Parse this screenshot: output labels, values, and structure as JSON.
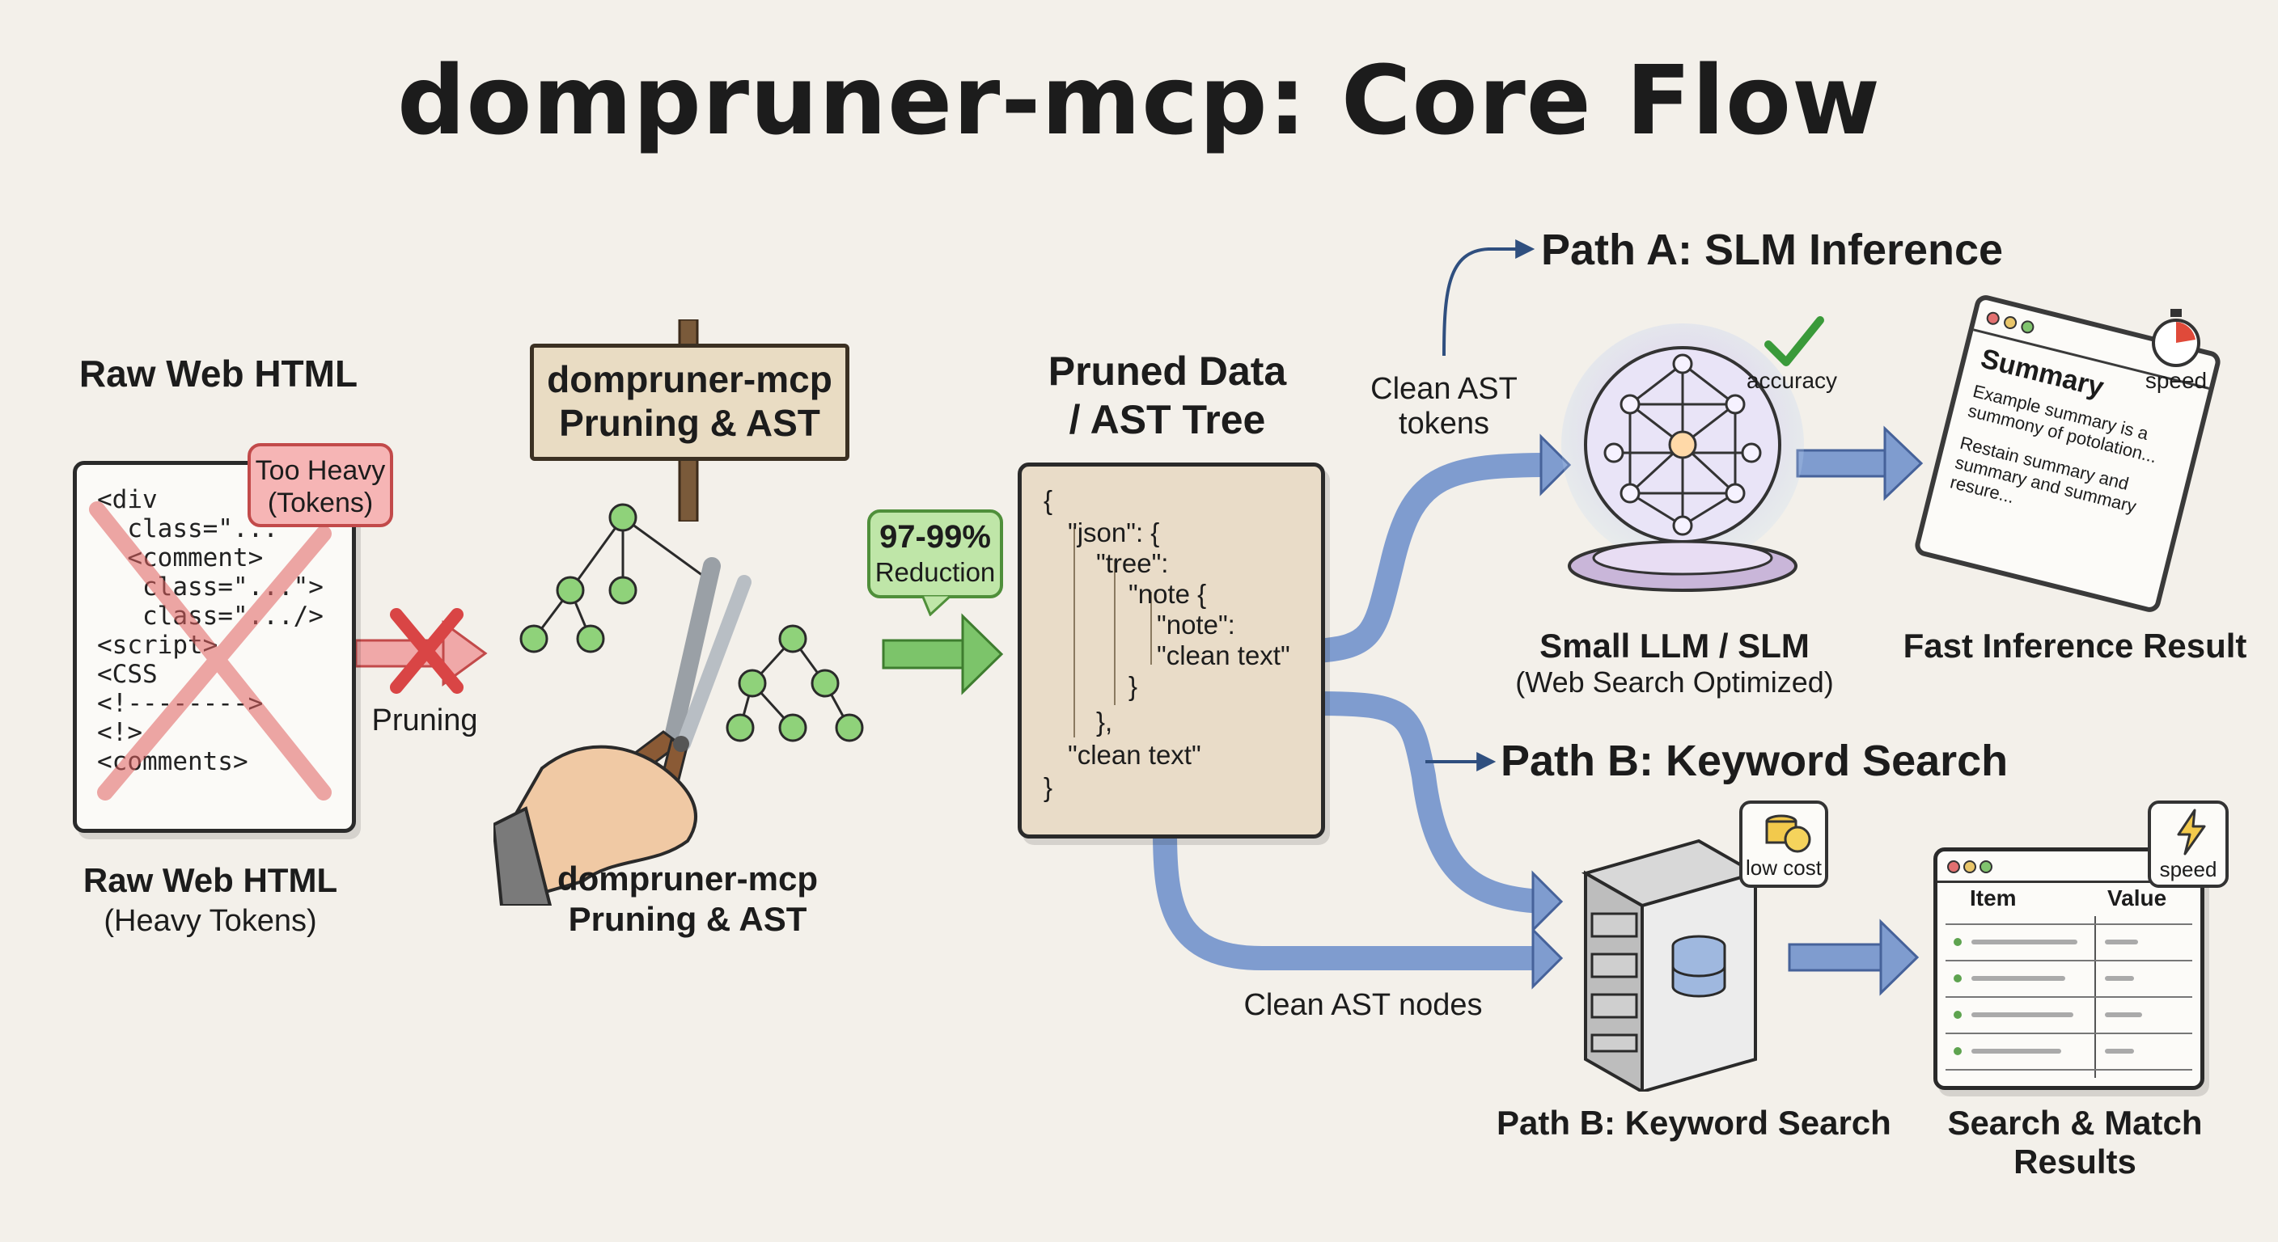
{
  "title": "dompruner-mcp: Core Flow",
  "raw_html": {
    "heading": "Raw Web HTML",
    "code_lines": [
      "<div",
      "  class=\"...",
      "  <comment>",
      "   class=\"...\">",
      "   class=\".../>",
      "<script>",
      "<CSS",
      "<!-------->",
      "<!>",
      "<comments>"
    ],
    "badge_line1": "Too Heavy",
    "badge_line2": "(Tokens)",
    "caption": "Raw Web HTML",
    "caption_sub": "(Heavy Tokens)"
  },
  "pruning": {
    "arrow_label": "Pruning",
    "sign_line1": "dompruner-mcp",
    "sign_line2": "Pruning & AST",
    "caption_line1": "dompruner-mcp",
    "caption_line2": "Pruning & AST"
  },
  "reduction": {
    "percent": "97-99%",
    "label": "Reduction"
  },
  "pruned": {
    "heading_line1": "Pruned Data",
    "heading_line2": "/ AST Tree",
    "json_lines": [
      "{",
      "\"json\": {",
      "\"tree\":",
      "\"note {",
      "\"note\":",
      "\"clean text\"",
      "}",
      "},",
      "\"clean text\"",
      "}"
    ]
  },
  "path_a": {
    "title": "Path A: SLM Inference",
    "input_label_line1": "Clean AST",
    "input_label_line2": "tokens",
    "badge_accuracy": "accuracy",
    "model_label": "Small LLM / SLM",
    "model_sub": "(Web Search Optimized)",
    "badge_speed": "speed",
    "result_title": "Summary",
    "result_lines": [
      "Example summary is a",
      "summony of potolation...",
      "Restain summary and",
      "summary and summary",
      "resure..."
    ],
    "result_caption": "Fast Inference Result"
  },
  "path_b": {
    "title": "Path B: Keyword Search",
    "input_label": "Clean AST nodes",
    "badge_cost": "low cost",
    "server_caption": "Path B: Keyword Search",
    "badge_speed": "speed",
    "table_col1": "Item",
    "table_col2": "Value",
    "result_caption_line1": "Search & Match",
    "result_caption_line2": "Results"
  },
  "colors": {
    "background": "#f3f0ea",
    "arrow_blue": "#7f9ccf",
    "arrow_green": "#7cc46a",
    "red_cross": "#d94545",
    "tree_green": "#7cc46a"
  }
}
